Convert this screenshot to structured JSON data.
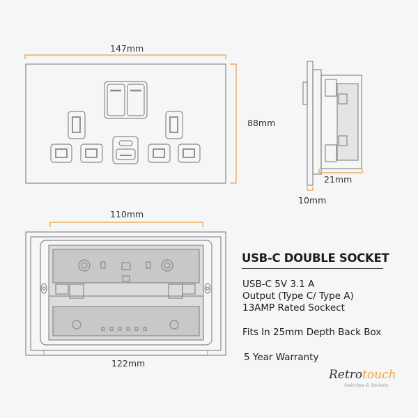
{
  "dimensions": {
    "front_width": "147mm",
    "front_height": "88mm",
    "side_depth": "21mm",
    "side_plate": "10mm",
    "back_inner_width": "110mm",
    "back_outer_width": "122mm"
  },
  "product": {
    "title": "USB-C DOUBLE SOCKET",
    "specs": [
      "USB-C 5V 3.1 A",
      "Output (Type C/ Type A)",
      "13AMP Rated Sockect"
    ],
    "fit": "Fits In 25mm Depth Back Box",
    "warranty": "5 Year Warranty"
  },
  "brand": {
    "name_part1": "Retro",
    "name_part2": "touch",
    "tagline": "Switches & Sockets"
  },
  "colors": {
    "accent": "#f0a040",
    "line": "#8a8a8a",
    "background": "#f5f6f8"
  }
}
